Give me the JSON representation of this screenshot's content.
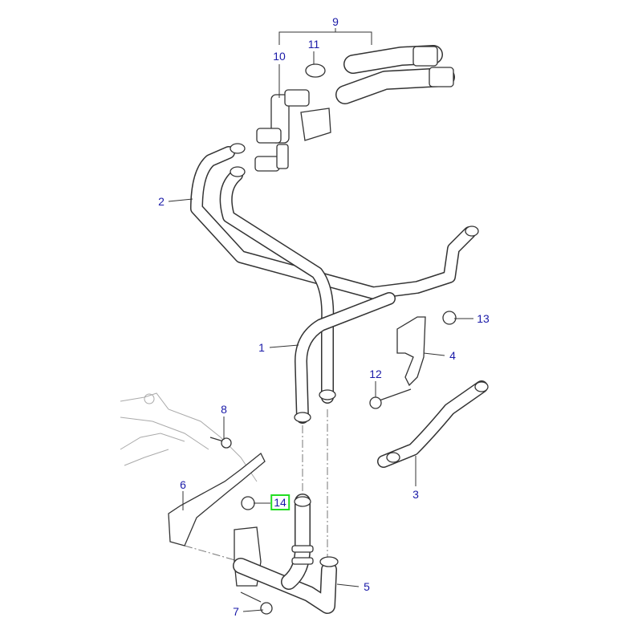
{
  "diagram": {
    "title": "Heater hoses exploded parts diagram",
    "callouts": [
      {
        "id": "1",
        "label": "1"
      },
      {
        "id": "2",
        "label": "2"
      },
      {
        "id": "3",
        "label": "3"
      },
      {
        "id": "4",
        "label": "4"
      },
      {
        "id": "5",
        "label": "5"
      },
      {
        "id": "6",
        "label": "6"
      },
      {
        "id": "7",
        "label": "7"
      },
      {
        "id": "8",
        "label": "8"
      },
      {
        "id": "9",
        "label": "9"
      },
      {
        "id": "10",
        "label": "10"
      },
      {
        "id": "11",
        "label": "11"
      },
      {
        "id": "12",
        "label": "12"
      },
      {
        "id": "13",
        "label": "13"
      },
      {
        "id": "14",
        "label": "14"
      }
    ],
    "highlighted_callout": "14",
    "colors": {
      "callout_text": "#1a1aa8",
      "highlight_box": "#22dd22",
      "line_art": "#333333"
    }
  }
}
